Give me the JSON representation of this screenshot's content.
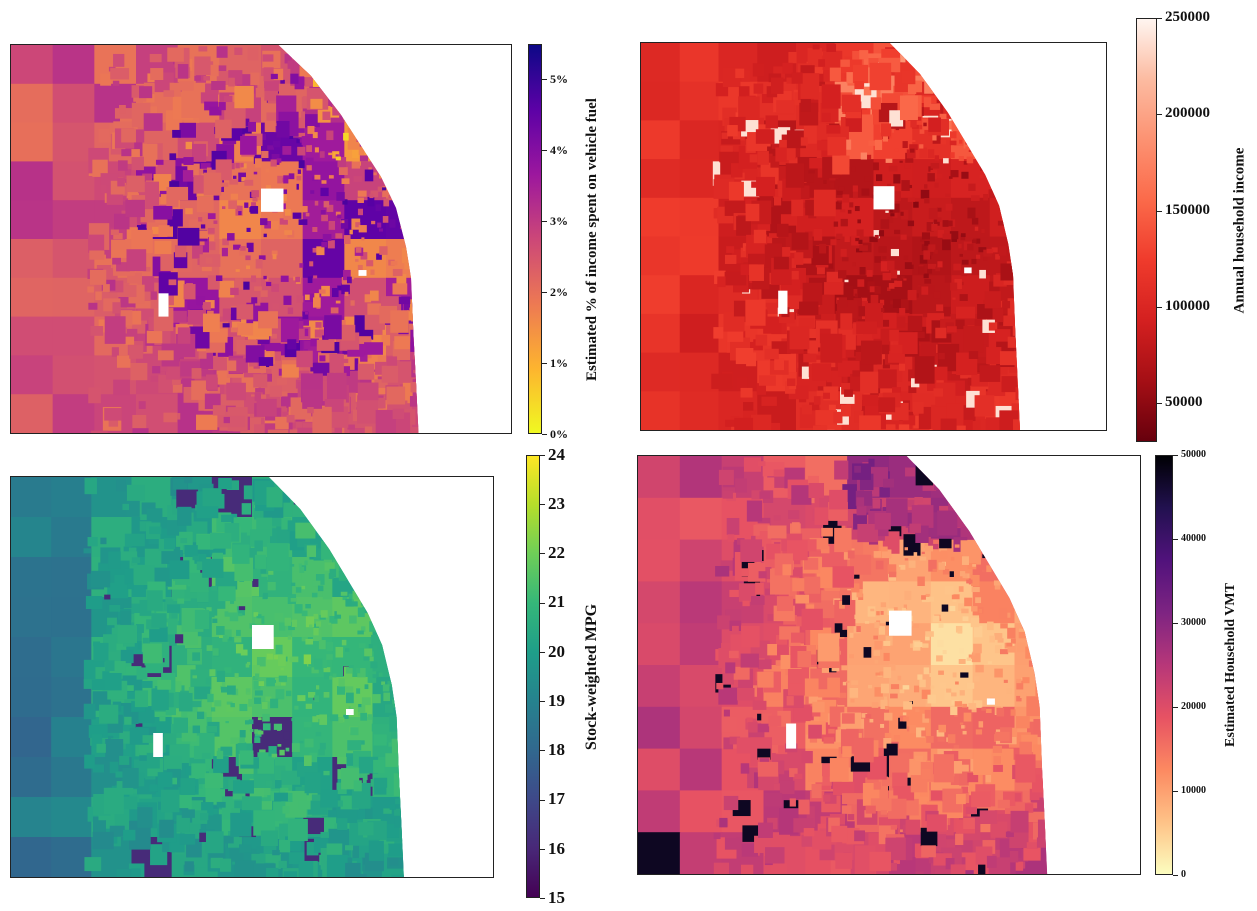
{
  "panels": [
    {
      "id": "fuel",
      "colorbar_label": "Estimated % of income spent on vehicle fuel",
      "colormap": [
        "#f0f921",
        "#fdb42f",
        "#ed7953",
        "#cc4778",
        "#9c179e",
        "#5c01a6",
        "#0d0887"
      ],
      "range": [
        0,
        5.5
      ],
      "ticks": [
        {
          "value": 0,
          "label": "0%"
        },
        {
          "value": 1,
          "label": "1%"
        },
        {
          "value": 2,
          "label": "2%"
        },
        {
          "value": 3,
          "label": "3%"
        },
        {
          "value": 4,
          "label": "4%"
        },
        {
          "value": 5,
          "label": "5%"
        }
      ],
      "base_color": "#c94f7f"
    },
    {
      "id": "income",
      "colorbar_label": "Annual household income",
      "colormap": [
        "#67000d",
        "#a50f15",
        "#d42020",
        "#ef3b2c",
        "#fb6a4a",
        "#fc9272",
        "#fcbba1",
        "#fff5f0"
      ],
      "range": [
        30000,
        250000
      ],
      "ticks": [
        {
          "value": 50000,
          "label": "50000"
        },
        {
          "value": 100000,
          "label": "100000"
        },
        {
          "value": 150000,
          "label": "150000"
        },
        {
          "value": 200000,
          "label": "200000"
        },
        {
          "value": 250000,
          "label": "250000"
        }
      ],
      "base_color": "#e0392b"
    },
    {
      "id": "mpg",
      "colorbar_label": "Stock-weighted MPG",
      "colormap": [
        "#440154",
        "#482878",
        "#3e4989",
        "#31688e",
        "#26828e",
        "#1f9e89",
        "#35b779",
        "#6ece58",
        "#b5de2b",
        "#fde725"
      ],
      "range": [
        15,
        24
      ],
      "ticks": [
        {
          "value": 15,
          "label": "15"
        },
        {
          "value": 16,
          "label": "16"
        },
        {
          "value": 17,
          "label": "17"
        },
        {
          "value": 18,
          "label": "18"
        },
        {
          "value": 19,
          "label": "19"
        },
        {
          "value": 20,
          "label": "20"
        },
        {
          "value": 21,
          "label": "21"
        },
        {
          "value": 22,
          "label": "22"
        },
        {
          "value": 23,
          "label": "23"
        },
        {
          "value": 24,
          "label": "24"
        }
      ],
      "base_color": "#2aa486"
    },
    {
      "id": "vmt",
      "colorbar_label": "Estimated Household VMT",
      "colormap": [
        "#fcfdbf",
        "#fec287",
        "#fc8961",
        "#e75263",
        "#b73779",
        "#7e2482",
        "#51127c",
        "#221150",
        "#000004"
      ],
      "range": [
        0,
        50000
      ],
      "ticks": [
        {
          "value": 0,
          "label": "0"
        },
        {
          "value": 10000,
          "label": "10000"
        },
        {
          "value": 20000,
          "label": "20000"
        },
        {
          "value": 30000,
          "label": "30000"
        },
        {
          "value": 40000,
          "label": "40000"
        },
        {
          "value": 50000,
          "label": "50000"
        }
      ],
      "base_color": "#c03c72"
    }
  ]
}
